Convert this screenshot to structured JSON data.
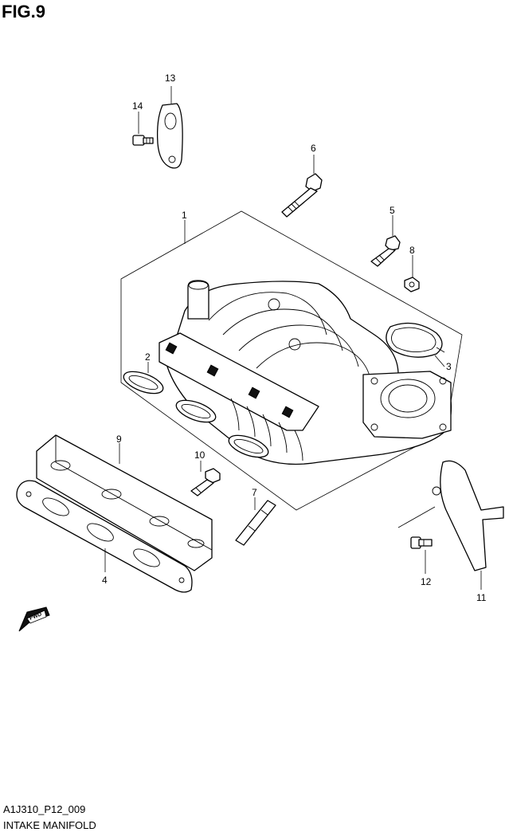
{
  "figure": {
    "title": "FIG.9",
    "code": "A1J310_P12_009",
    "name": "INTAKE MANIFOLD"
  },
  "callouts": {
    "c1": "1",
    "c2": "2",
    "c3": "3",
    "c4": "4",
    "c5": "5",
    "c6": "6",
    "c7": "7",
    "c8": "8",
    "c9": "9",
    "c10": "10",
    "c11": "11",
    "c12": "12",
    "c13": "13",
    "c14": "14"
  },
  "fwd_label": "FWD"
}
